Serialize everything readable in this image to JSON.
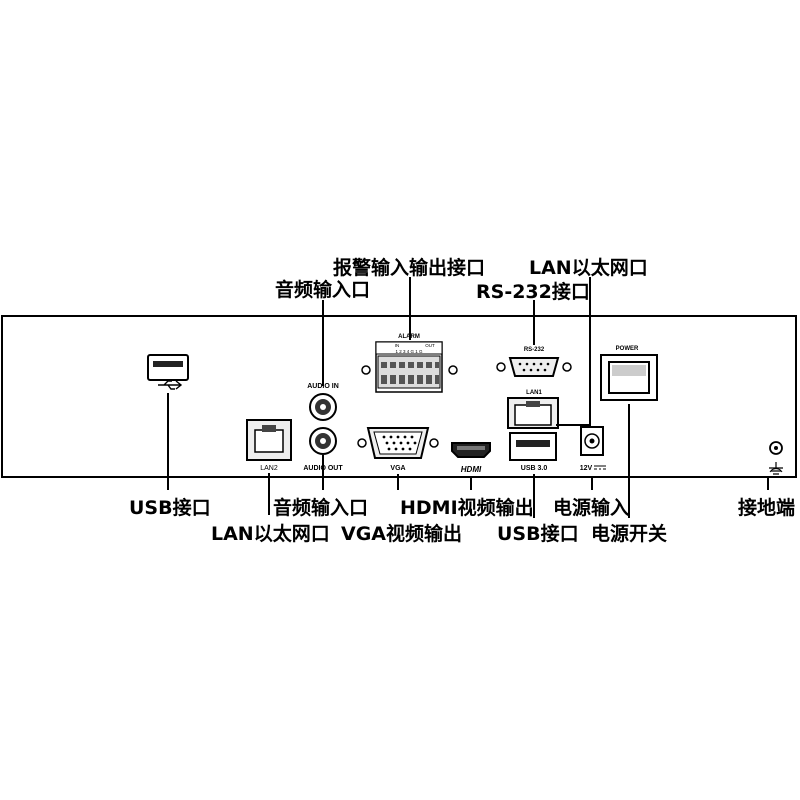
{
  "callouts": {
    "alarm_io": "报警输入输出接口",
    "audio_in": "音频输入口",
    "lan1": "LAN以太网口",
    "rs232": "RS-232接口",
    "usb_front": "USB接口",
    "lan2": "LAN以太网口",
    "audio_out": "音频输入口",
    "vga": "VGA视频输出",
    "hdmi": "HDMI视频输出",
    "usb3": "USB接口",
    "power_in": "电源输入",
    "power_switch": "电源开关",
    "ground": "接地端"
  },
  "panel_marks": {
    "alarm": "ALARM",
    "alarm_in": "IN",
    "alarm_out": "OUT",
    "alarm_pins": "1 2 3 4 G 1 G",
    "rs232": "RS-232",
    "audio_in": "AUDIO IN",
    "audio_out": "AUDIO OUT",
    "lan1": "LAN1",
    "lan2": "LAN2",
    "vga": "VGA",
    "hdmi": "HDMI",
    "usb3": "USB 3.0",
    "power": "POWER",
    "dc": "12V"
  }
}
